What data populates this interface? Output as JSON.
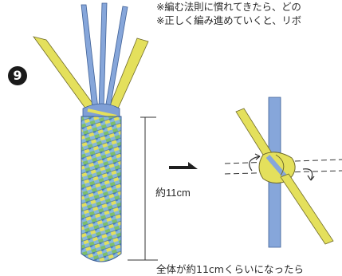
{
  "notes": [
    "※編む法則に慣れてきたら、どの",
    "※正しく編み進めていくと、リボ"
  ],
  "step_number": "9",
  "length_label": "約11cm",
  "caption": "全体が約11cmくらいになったら",
  "colors": {
    "blue_cord": "#7f9fd6",
    "yellow_cord": "#e4e05c",
    "green_cord": "#7fbf6a",
    "ink": "#333333"
  }
}
